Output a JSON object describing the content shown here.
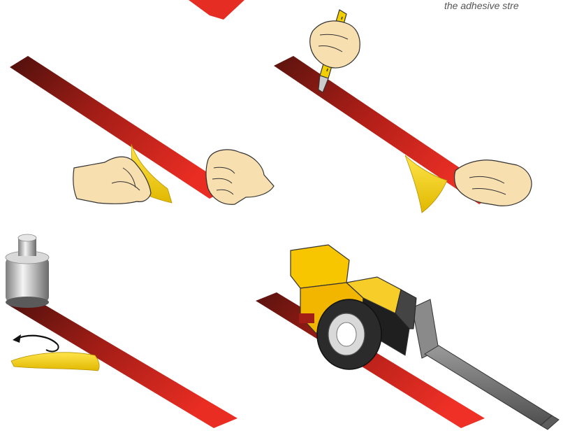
{
  "caption": {
    "text": "the adhesive stre"
  },
  "steps": [
    {
      "name": "step-1-peel-release-liner"
    },
    {
      "name": "step-2-cut-tape-with-knife"
    },
    {
      "name": "step-3-weight-on-tape"
    },
    {
      "name": "step-4-forklift-over-tape"
    }
  ],
  "colors": {
    "tape_dark": "#5e1410",
    "tape_bright": "#e52d24",
    "liner": "#f0d10a",
    "skin": "#f7dfb0",
    "outline": "#333333",
    "weight_metal": "#b7b7b7",
    "forklift_yellow": "#f7c600",
    "tire": "#2b2b2b",
    "fork_gray": "#6e6e6e"
  }
}
